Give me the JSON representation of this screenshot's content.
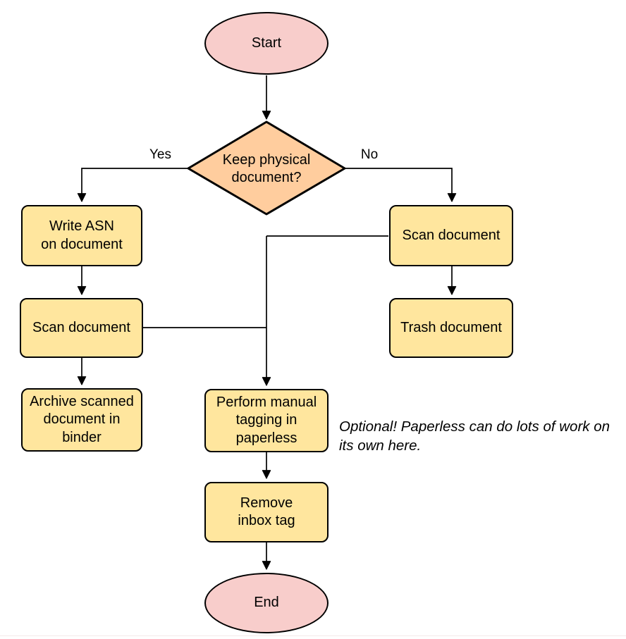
{
  "colors": {
    "terminal_fill": "#F8CDCB",
    "decision_fill": "#FFCD9E",
    "process_fill": "#FFE69E",
    "stroke": "#000000",
    "background": "#FFFFFF"
  },
  "nodes": {
    "start": {
      "label": "Start"
    },
    "decision": {
      "label": "Keep physical\ndocument?"
    },
    "write_asn": {
      "label": "Write ASN\non document"
    },
    "scan_left": {
      "label": "Scan document"
    },
    "archive": {
      "label": "Archive scanned\ndocument in\nbinder"
    },
    "scan_right": {
      "label": "Scan document"
    },
    "trash": {
      "label": "Trash document"
    },
    "tagging": {
      "label": "Perform manual\ntagging in\npaperless"
    },
    "remove_inbox": {
      "label": "Remove\ninbox tag"
    },
    "end": {
      "label": "End"
    }
  },
  "edge_labels": {
    "yes": "Yes",
    "no": "No"
  },
  "annotation": "Optional! Paperless can do lots of work on\nits own here."
}
